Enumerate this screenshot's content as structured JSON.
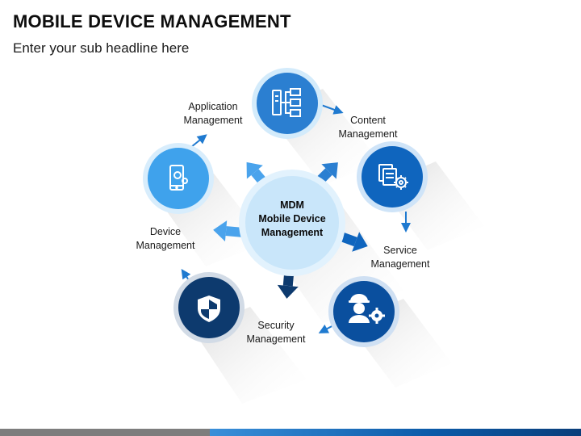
{
  "header": {
    "title": "MOBILE DEVICE MANAGEMENT",
    "subtitle": "Enter your sub headline here"
  },
  "center": {
    "line1": "MDM",
    "line2": "Mobile Device",
    "line3": "Management"
  },
  "nodes": [
    {
      "line1": "Application",
      "line2": "Management",
      "icon": "server-flow-icon",
      "color": "#2b7fd1"
    },
    {
      "line1": "Content",
      "line2": "Management",
      "icon": "documents-gear-icon",
      "color": "#0f65be"
    },
    {
      "line1": "Service",
      "line2": "Management",
      "icon": "engineer-gear-icon",
      "color": "#0a4f9e"
    },
    {
      "line1": "Security",
      "line2": "Management",
      "icon": "shield-icon",
      "color": "#0d3a6e"
    },
    {
      "line1": "Device",
      "line2": "Management",
      "icon": "smartphone-gear-icon",
      "color": "#3fa2ec"
    }
  ],
  "colors": {
    "center_fill": "#c9e6fa",
    "arrow_light": "#4aa3ec",
    "arrow_dark": "#0d3a6e"
  }
}
